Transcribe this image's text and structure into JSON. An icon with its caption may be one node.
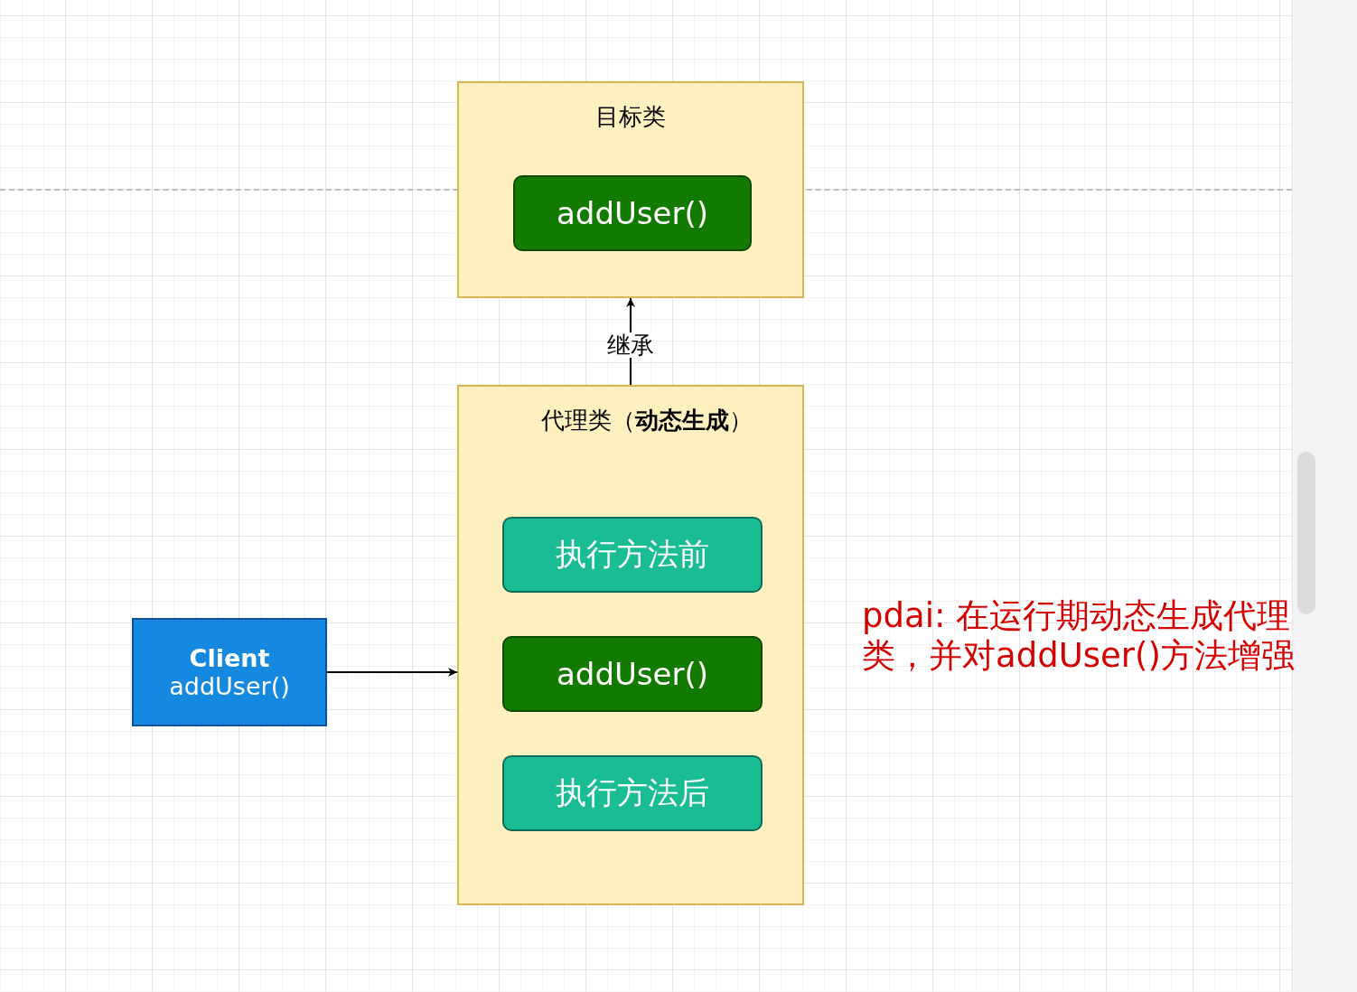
{
  "diagram": {
    "nodes": [
      {
        "text": [
          "目标类"
        ]
      },
      {
        "text": [
          "addUser()"
        ],
        "in": 0
      },
      {
        "text": [
          "代理类（**动态生成**）"
        ]
      },
      {
        "text": [
          "执行方法前"
        ],
        "in": 2
      },
      {
        "text": [
          "addUser()"
        ],
        "in": 2
      },
      {
        "text": [
          "执行方法后"
        ],
        "in": 2
      },
      {
        "text": [
          "Client",
          "addUser()"
        ]
      }
    ],
    "edges": [
      {
        "from": 2,
        "to": 0,
        "arrow": "to",
        "label": "继承"
      },
      {
        "from": 6,
        "to": 2,
        "arrow": "to"
      }
    ],
    "labels": [
      "pdai: 在运行期动态生成代理类，并对addUser()方法增强"
    ]
  }
}
